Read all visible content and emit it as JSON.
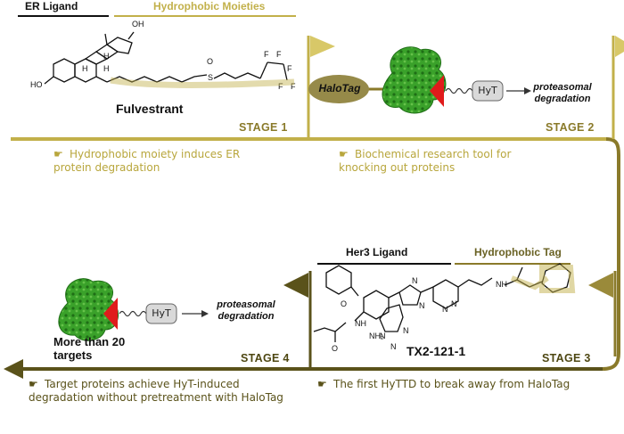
{
  "stage1": {
    "er_ligand_label": "ER Ligand",
    "hydrophobic_label": "Hydrophobic Moieties",
    "compound_name": "Fulvestrant",
    "stage_label": "STAGE 1",
    "note": "Hydrophobic moiety induces ER protein degradation",
    "atoms": [
      "OH",
      "HO",
      "H",
      "H",
      "H",
      "S",
      "O",
      "F",
      "F",
      "F",
      "F",
      "F"
    ]
  },
  "stage2": {
    "halotag_label": "HaloTag",
    "hyt_label": "HyT",
    "result": "proteasomal degradation",
    "stage_label": "STAGE 2",
    "note": "Biochemical research tool for knocking out proteins"
  },
  "stage3": {
    "her3_label": "Her3 Ligand",
    "tag_label": "Hydrophobic Tag",
    "compound_name": "TX2-121-1",
    "stage_label": "STAGE 3",
    "note": "The first HyTTD to break away from HaloTag",
    "atoms": [
      "O",
      "N",
      "N",
      "N",
      "N",
      "N",
      "NH",
      "O",
      "NH",
      "NH₂",
      "N",
      "N"
    ]
  },
  "stage4": {
    "hyt_label": "HyT",
    "result": "proteasomal degradation",
    "targets_label": "More than 20 targets",
    "stage_label": "STAGE 4",
    "note": "Target proteins achieve HyT-induced degradation without pretreatment with HaloTag"
  },
  "colors": {
    "gold": "#c2b04a",
    "olive": "#5a521a",
    "protein_green": "#3aa12a",
    "tag_red": "#e01b1b",
    "halotag_fill": "#968a49"
  },
  "icons": [
    "pointing-hand-icon",
    "flag-icon",
    "proteasome-icon"
  ]
}
